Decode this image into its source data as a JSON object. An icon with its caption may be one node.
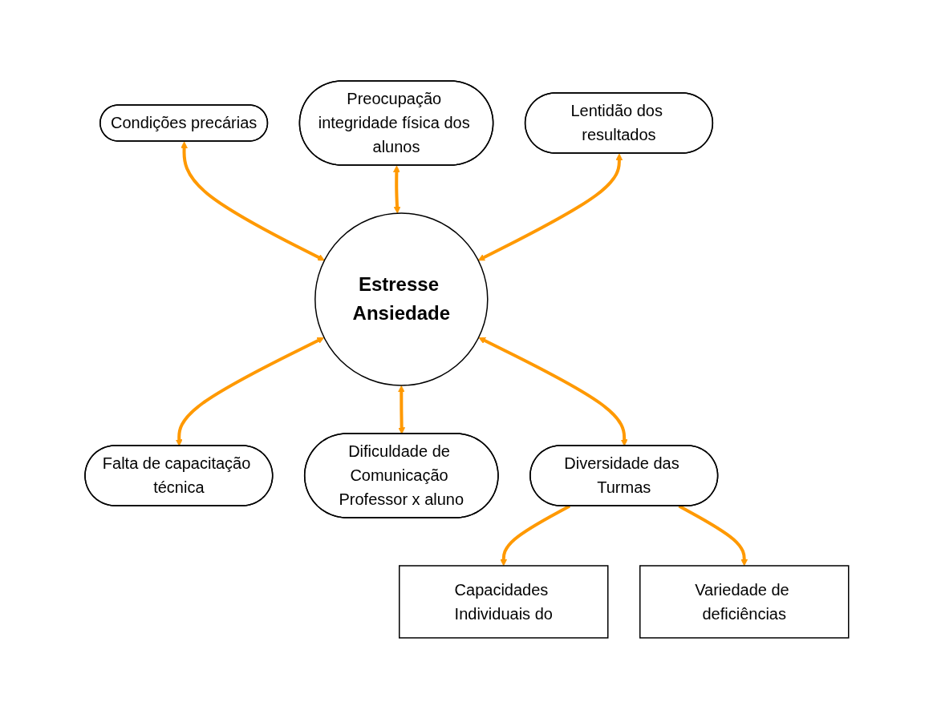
{
  "diagram": {
    "nodes": [
      {
        "text": [
          "Condições precárias"
        ]
      },
      {
        "text": [
          "Preocupação integridade física dos alunos"
        ]
      },
      {
        "text": [
          "Lentidão dos resultados"
        ]
      },
      {
        "text": [
          "Estresse Ansiedade"
        ]
      },
      {
        "text": [
          "Falta de capacitação técnica"
        ]
      },
      {
        "text": [
          "Dificuldade de Comunicação Professor x aluno"
        ]
      },
      {
        "text": [
          "Capacidades Individuais do"
        ]
      },
      {
        "text": [
          "Diversidade das Turmas"
        ]
      },
      {
        "text": [
          "Variedade de deficiências"
        ]
      }
    ],
    "edges": [
      {
        "from": 0,
        "to": 3,
        "arrow": "both"
      },
      {
        "from": 1,
        "to": 3,
        "arrow": "both"
      },
      {
        "from": 2,
        "to": 3,
        "arrow": "both"
      },
      {
        "from": 3,
        "to": 4,
        "arrow": "both"
      },
      {
        "from": 3,
        "to": 5,
        "arrow": "both"
      },
      {
        "from": 3,
        "to": 7,
        "arrow": "both"
      },
      {
        "from": 7,
        "to": 6,
        "arrow": "to"
      },
      {
        "from": 7,
        "to": 8,
        "arrow": "to"
      }
    ]
  }
}
